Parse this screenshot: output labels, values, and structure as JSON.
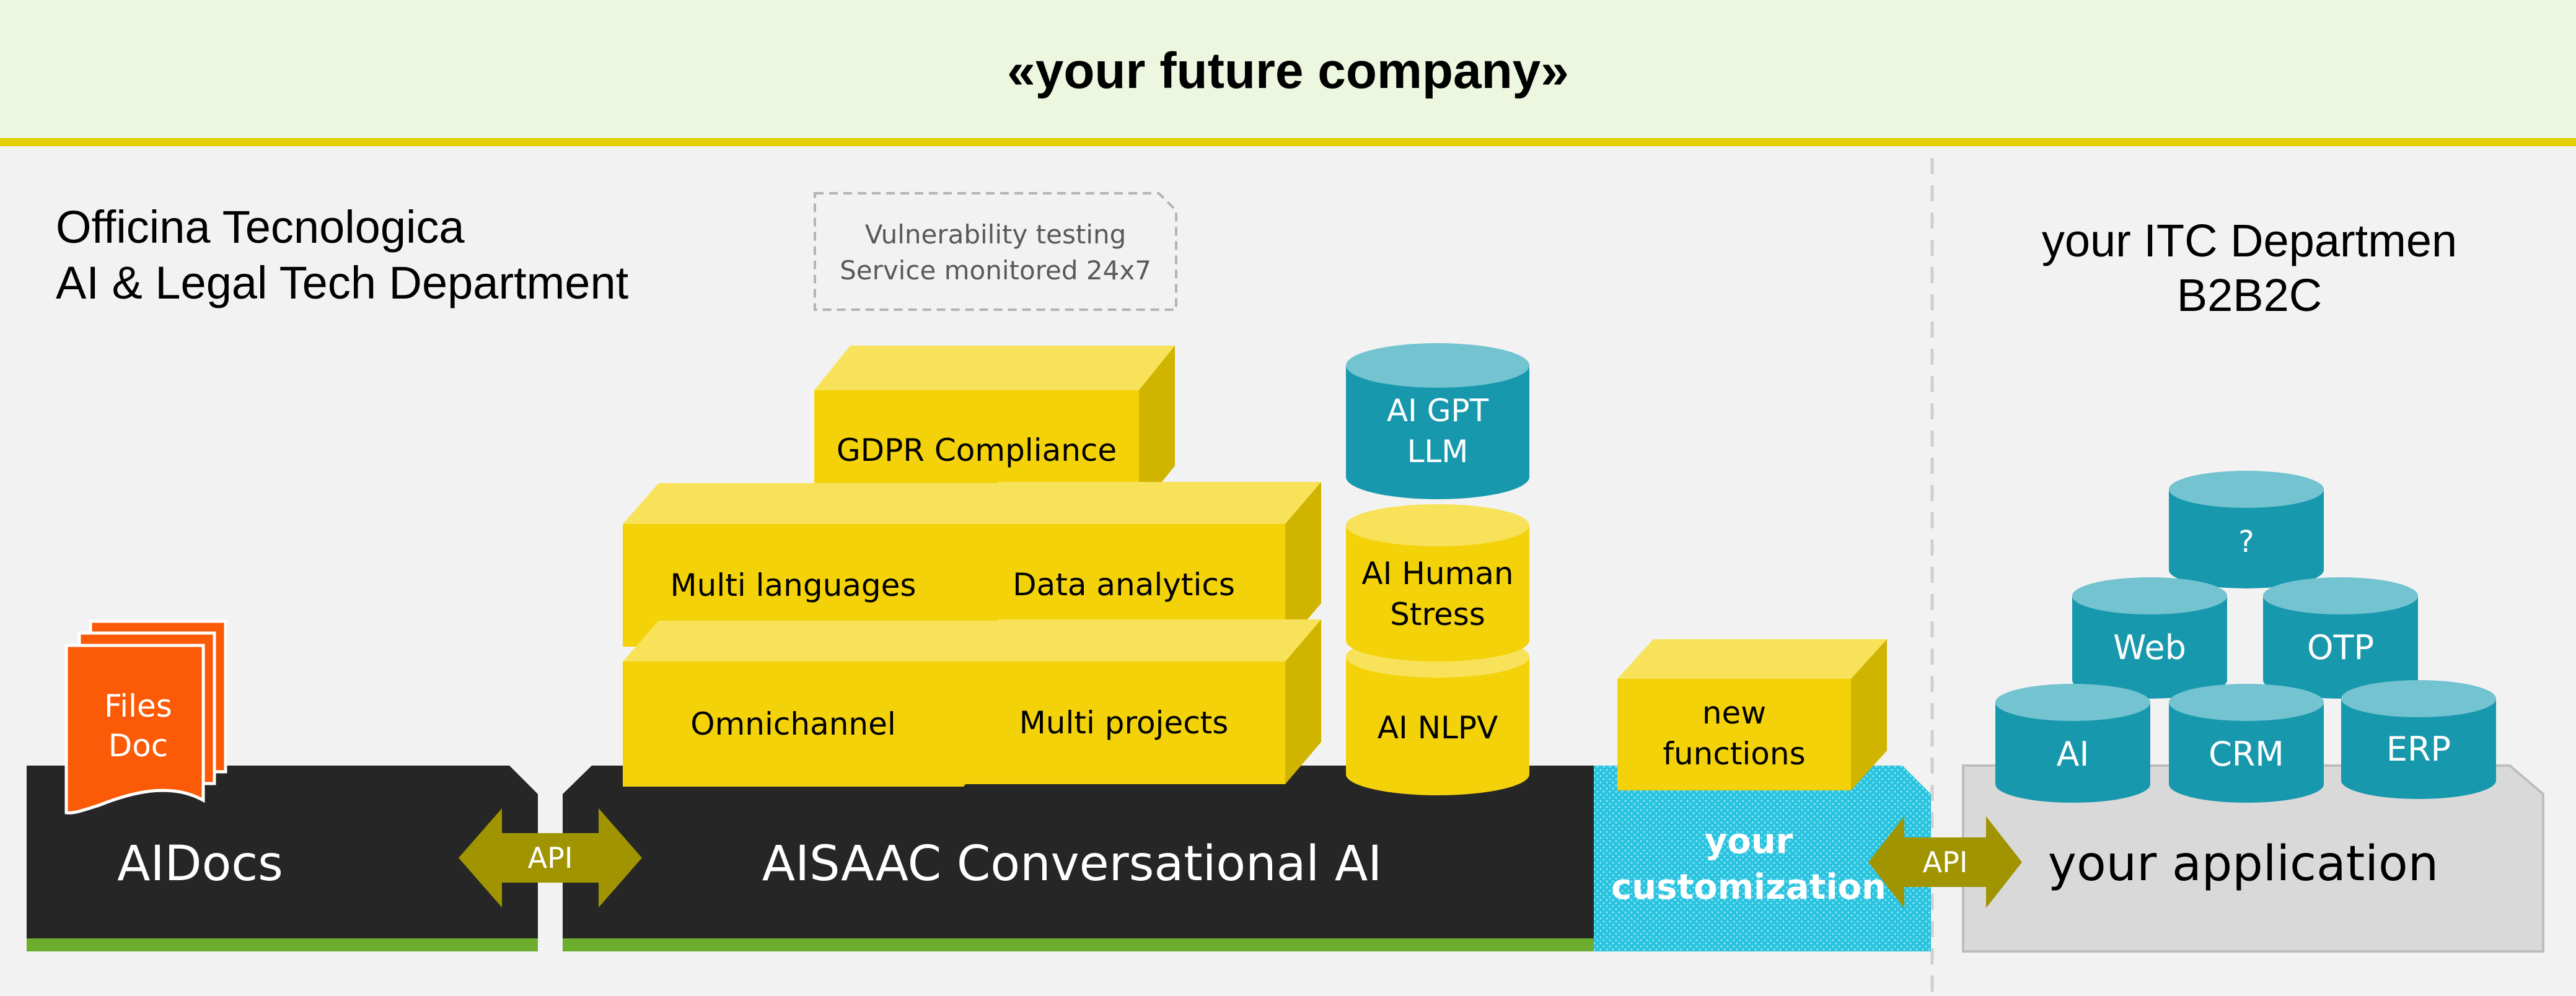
{
  "header": {
    "title": "«your future company»"
  },
  "left_team": {
    "line1": "Officina Tecnologica",
    "line2": "AI & Legal Tech Department"
  },
  "right_team": {
    "line1": "your ITC Departmen",
    "line2": "B2B2C"
  },
  "security_note": {
    "line1": "Vulnerability testing",
    "line2": "Service monitored 24x7"
  },
  "platforms": {
    "aidocs": "AIDocs",
    "aisaac": "AISAAC Conversational AI",
    "customization_line1": "your",
    "customization_line2": "customization",
    "application": "your application"
  },
  "connectors": {
    "api_left": "API",
    "api_right": "API"
  },
  "files_doc": {
    "line1": "Files",
    "line2": "Doc"
  },
  "modules": {
    "gdpr": "GDPR Compliance",
    "multi_languages": "Multi languages",
    "data_analytics": "Data analytics",
    "omnichannel": "Omnichannel",
    "multi_projects": "Multi projects",
    "new_functions_line1": "new",
    "new_functions_line2": "functions"
  },
  "ai_stack": {
    "gpt_line1": "AI GPT",
    "gpt_line2": "LLM",
    "human_stress_line1": "AI Human",
    "human_stress_line2": "Stress",
    "nlpv": "AI NLPV"
  },
  "app_stack": {
    "unknown": "?",
    "web": "Web",
    "otp": "OTP",
    "ai": "AI",
    "crm": "CRM",
    "erp": "ERP"
  },
  "colors": {
    "header_bg": "#edf7e0",
    "yellow_rule": "#e6cf00",
    "dark_platform": "#262626",
    "green_base": "#6cad2e",
    "box_yellow": "#f3d20a",
    "cylinder_teal": "#1898ad",
    "api_olive": "#a09400",
    "files_orange": "#fb5a07",
    "customization_cyan": "#27c3df"
  }
}
